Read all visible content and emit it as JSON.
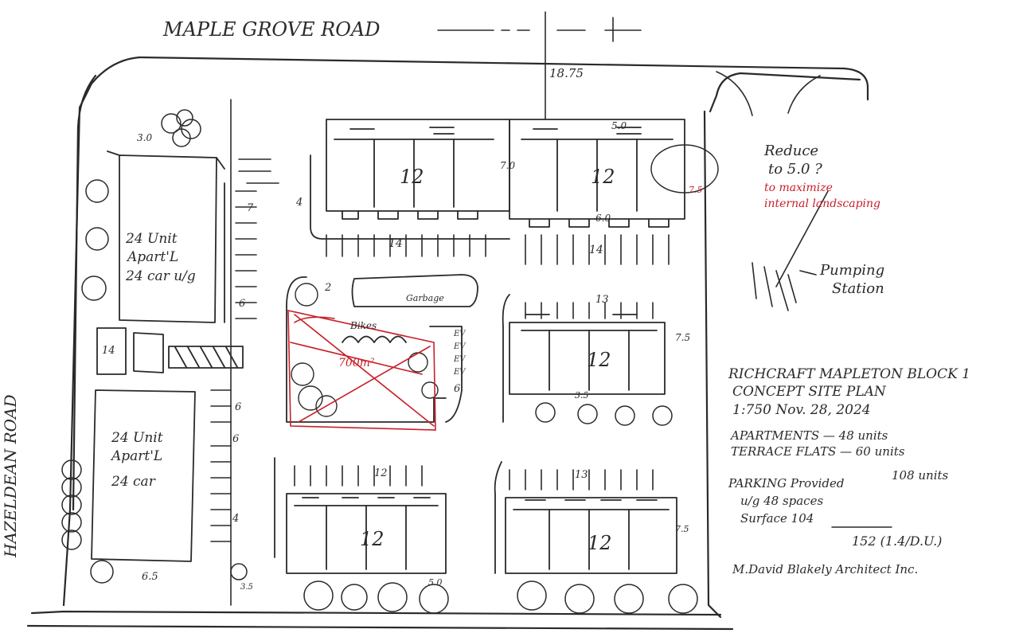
{
  "road_top": "MAPLE GROVE ROAD",
  "road_left": "HAZELDEAN ROAD",
  "dims": {
    "setback_top": "18.75",
    "d30": "3.0",
    "d50": "5.0",
    "d70": "7.0",
    "d60": "6.0",
    "d75a": "7.5",
    "d75b": "7.5",
    "d35": "3.5",
    "d65": "6.5",
    "d14": "14",
    "d50b": "5.0",
    "d35b": "3.5"
  },
  "units": {
    "tf": "12",
    "apt_a_l1": "24 Unit",
    "apt_a_l2": "Apart'L",
    "apt_a_l3": "24 car u/g",
    "apt_b_l1": "24 Unit",
    "apt_b_l2": "Apart'L",
    "apt_b_l3": "24 car"
  },
  "parking": {
    "p14a": "14",
    "p14b": "14",
    "p13a": "13",
    "p12": "12",
    "p13b": "13",
    "p4": "4",
    "p7": "7",
    "p6a": "6",
    "p6b": "6",
    "p6c": "6",
    "p2": "2",
    "p6d": "6",
    "p4b": "4"
  },
  "amenity": {
    "bikes": "Bikes",
    "area": "700m²",
    "garbage": "Garbage",
    "ev": "EV"
  },
  "notes": {
    "reduce_l1": "Reduce",
    "reduce_l2": "to 5.0 ?",
    "red_l1": "to maximize",
    "red_l2": "internal landscaping",
    "red_dim": "7.5",
    "pump_l1": "Pumping",
    "pump_l2": "Station"
  },
  "title_block": {
    "l1": "RICHCRAFT MAPLETON BLOCK 1",
    "l2": "CONCEPT SITE PLAN",
    "l3": "1:750   Nov. 28, 2024",
    "apts": "APARTMENTS — 48 units",
    "terr": "TERRACE FLATS — 60 units",
    "total": "108 units",
    "pk_head": "PARKING Provided",
    "ug": "u/g    48 spaces",
    "surf": "Surface  104",
    "sum": "152 (1.4/D.U.)",
    "arch": "M.David Blakely Architect Inc."
  },
  "colors": {
    "ink": "#2a2a2a",
    "markup": "#c8202a"
  }
}
